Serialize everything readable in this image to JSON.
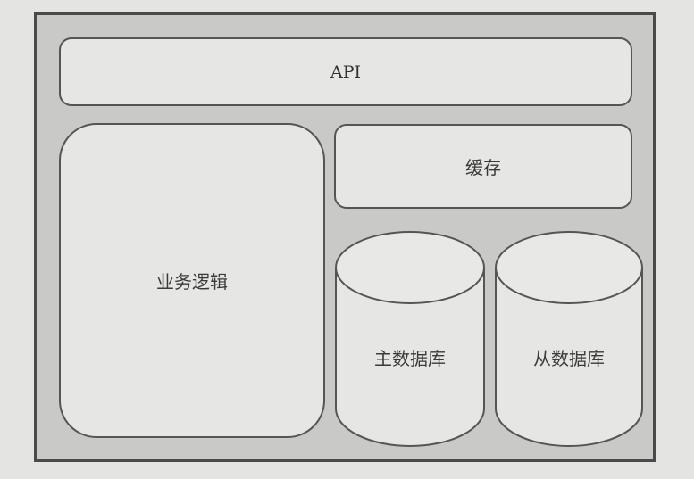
{
  "diagram": {
    "title": "",
    "container": {
      "label": "",
      "fill": "#c9c9c7",
      "border": "#4a4a4a"
    },
    "components": {
      "api": {
        "label": "API",
        "shape": "rounded-rectangle"
      },
      "business_logic": {
        "label": "业务逻辑",
        "shape": "rounded-rectangle"
      },
      "cache": {
        "label": "缓存",
        "shape": "rounded-rectangle"
      },
      "master_db": {
        "label": "主数据库",
        "shape": "cylinder"
      },
      "slave_db": {
        "label": "从数据库",
        "shape": "cylinder"
      }
    },
    "layout": {
      "top_row": [
        "API"
      ],
      "left_column": [
        "业务逻辑"
      ],
      "right_top": [
        "缓存"
      ],
      "right_bottom": [
        "主数据库",
        "从数据库"
      ]
    },
    "colors": {
      "box_fill": "#e6e6e4",
      "box_stroke": "#555555",
      "background": "#e4e4e2",
      "text": "#3a3a3a"
    }
  }
}
